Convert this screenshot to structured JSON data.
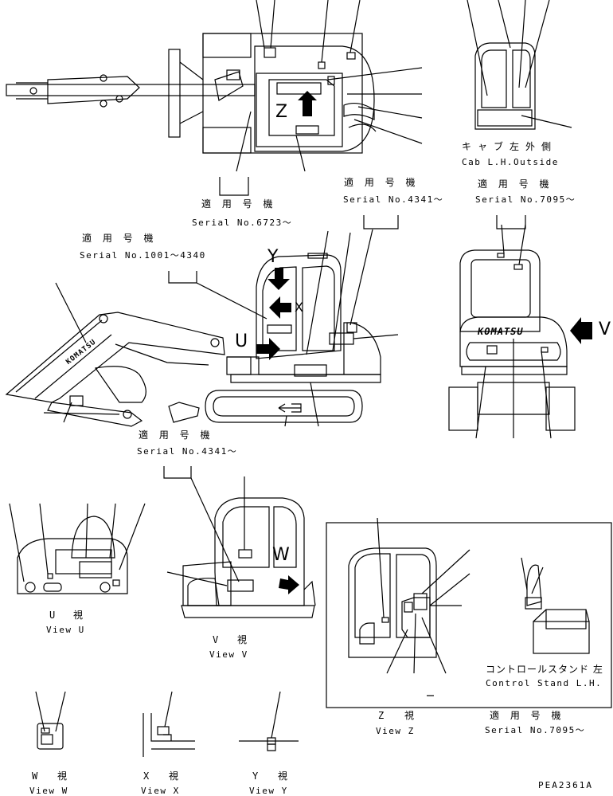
{
  "serial_label_jp": "適 用 号 機",
  "serials": {
    "s6723": "Serial No.6723～",
    "s4341_top": "Serial No.4341～",
    "s7095_top": "Serial No.7095～",
    "s1001": "Serial No.1001～4340",
    "s4341_mid": "Serial No.4341～",
    "s7095_bottom": "Serial No.7095～"
  },
  "cab_lh_jp": "キャブ左外側",
  "cab_lh_en": "Cab L.H.Outside",
  "control_stand_jp": "コントロールスタンド 左",
  "control_stand_en": "Control Stand L.H.",
  "view_marker_jp": "視",
  "views": {
    "u": {
      "letter": "U",
      "label": "View U"
    },
    "v": {
      "letter": "V",
      "label": "View V"
    },
    "w": {
      "letter": "W",
      "label": "View W"
    },
    "x": {
      "letter": "X",
      "label": "View X"
    },
    "y": {
      "letter": "Y",
      "label": "View Y"
    },
    "z": {
      "letter": "Z",
      "label": "View Z"
    }
  },
  "arrow_letters": {
    "z": "Z",
    "y": "Y",
    "x": "X",
    "u": "U",
    "v": "V",
    "w": "W"
  },
  "brand": "KOMATSU",
  "figure_code": "PEA2361A"
}
